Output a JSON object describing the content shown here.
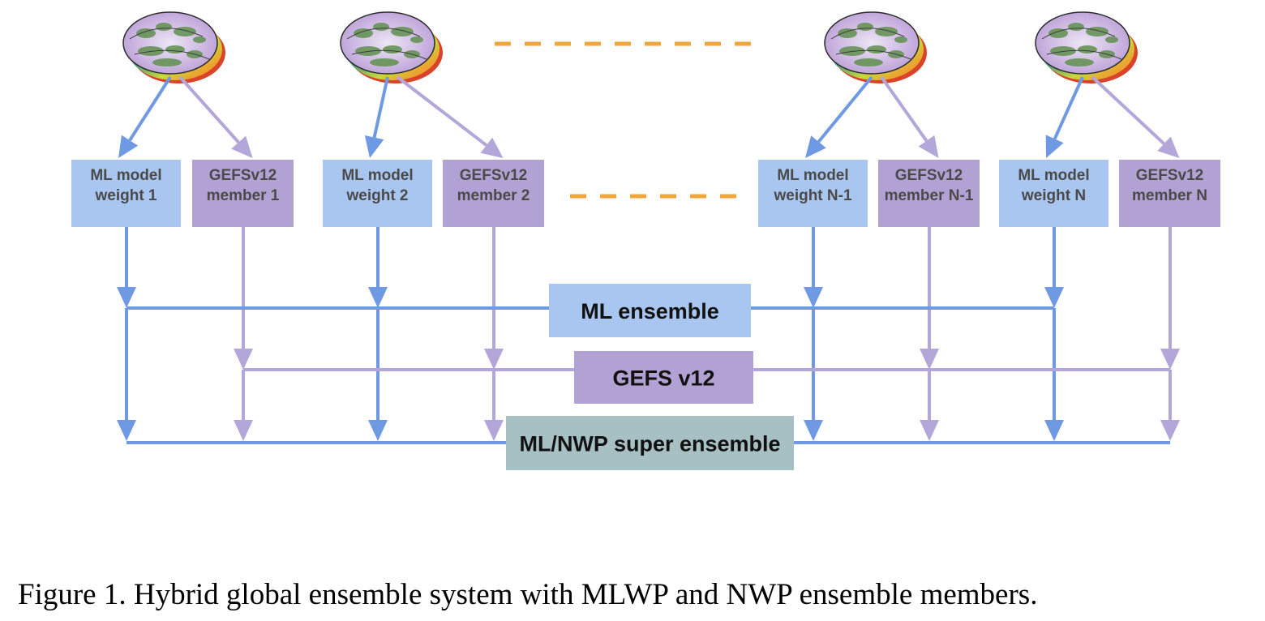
{
  "colors": {
    "ml_box": "#a9c6f0",
    "ml_line": "#6f9ae3",
    "gefs_box": "#b1a2d3",
    "gefs_line": "#b3a6d8",
    "super_box": "#a7c0c3",
    "dash": "#f0a63a"
  },
  "groups": [
    {
      "ml": {
        "line1": "ML model",
        "line2": "weight 1"
      },
      "gefs": {
        "line1": "GEFSv12",
        "line2": "member 1"
      }
    },
    {
      "ml": {
        "line1": "ML model",
        "line2": "weight 2"
      },
      "gefs": {
        "line1": "GEFSv12",
        "line2": "member 2"
      }
    },
    {
      "ml": {
        "line1": "ML model",
        "line2": "weight N-1"
      },
      "gefs": {
        "line1": "GEFSv12",
        "line2": "member N-1"
      }
    },
    {
      "ml": {
        "line1": "ML model",
        "line2": "weight N"
      },
      "gefs": {
        "line1": "GEFSv12",
        "line2": "member N"
      }
    }
  ],
  "ensembles": {
    "ml": "ML ensemble",
    "gefs": "GEFS v12",
    "super": "ML/NWP super ensemble"
  },
  "caption": "Figure 1. Hybrid global ensemble system with MLWP and NWP ensemble members."
}
